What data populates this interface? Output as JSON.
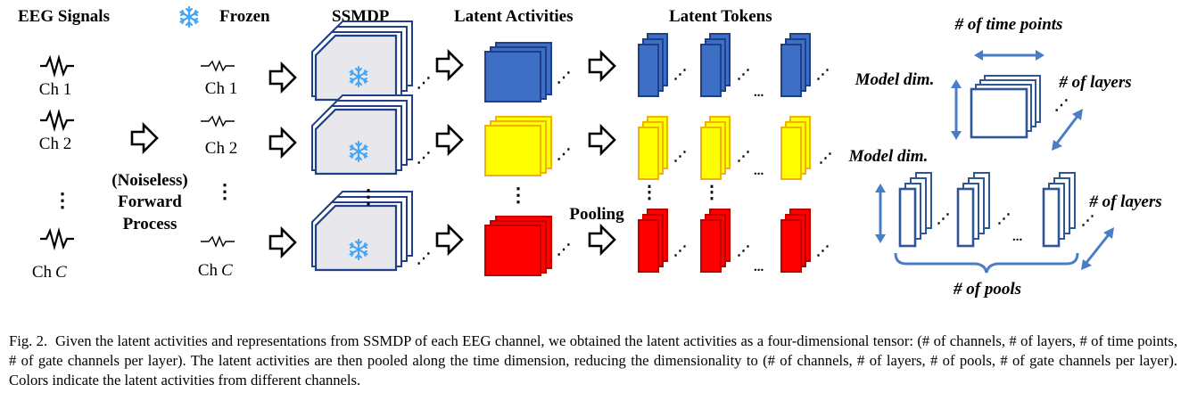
{
  "headers": {
    "eeg_signals": "EEG Signals",
    "frozen": "Frozen",
    "ssmdp": "SSMDP",
    "latent_activities": "Latent Activities",
    "latent_tokens": "Latent Tokens"
  },
  "channels": {
    "left": [
      "Ch 1",
      "Ch 2",
      "Ch"
    ],
    "right": [
      "Ch 1",
      "Ch 2",
      "Ch"
    ],
    "last_index": "C"
  },
  "process_label": [
    "(Noiseless)",
    "Forward",
    "Process"
  ],
  "pooling_label": "Pooling",
  "ellipsis": "...",
  "vdots": "⋮",
  "diag_dots": "⋰",
  "right_panel": {
    "time_points": "# of time points",
    "model_dim_top": "Model dim.",
    "layers_top": "# of layers",
    "model_dim_bottom": "Model dim.",
    "layers_bottom": "# of layers",
    "pools": "# of pools"
  },
  "colors": {
    "blue_fill": "#3d6fc4",
    "blue_edge": "#1f3f8a",
    "yellow_fill": "#ffff00",
    "yellow_edge": "#f0b400",
    "red_fill": "#ff0000",
    "red_edge": "#c00000",
    "arrow_blue": "#4a7cc7",
    "outline_blue": "#2f5597",
    "ssmdp_fill": "#e8e8ec",
    "snowflake": "#42a5f5"
  },
  "caption": {
    "prefix": "Fig. 2.",
    "text": "Given the latent activities and representations from SSMDP of each EEG channel, we obtained the latent activities as a four-dimensional tensor: (# of channels, # of layers, # of time points, # of gate channels per layer). The latent activities are then pooled along the time dimension, reducing the dimensionality to (# of channels, # of layers, # of pools, # of gate channels per layer). Colors indicate the latent activities from different channels."
  }
}
